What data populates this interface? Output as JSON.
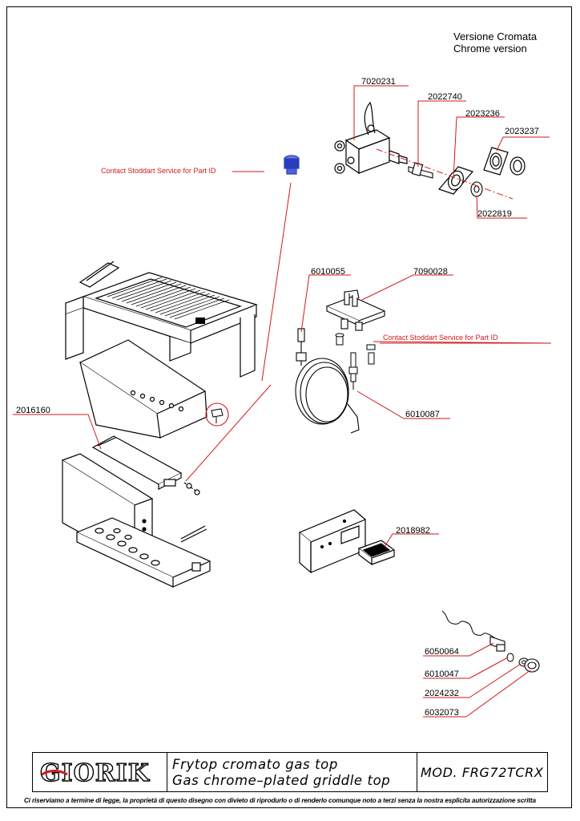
{
  "header": {
    "version_it": "Versione  Cromata",
    "version_en": "Chrome version"
  },
  "parts": {
    "p7020231": "7020231",
    "p2022740": "2022740",
    "p2023236": "2023236",
    "p2023237": "2023237",
    "p2022819": "2022819",
    "p6010055": "6010055",
    "p7090028": "7090028",
    "p6010087": "6010087",
    "p2016160": "2016160",
    "p2018982": "2018982",
    "p6050064": "6050064",
    "p6010047": "6010047",
    "p2024232": "2024232",
    "p6032073": "6032073"
  },
  "notes": {
    "contact_top": "Contact Stoddart Service for Part ID",
    "contact_right": "Contact Stoddart Service for Part ID"
  },
  "title_block": {
    "logo": "GIORIK",
    "desc_it": "Frytop cromato gas top",
    "desc_en": "Gas chrome–plated griddle top",
    "model": "MOD. FRG72TCRX"
  },
  "footer": "Ci riserviamo a termine di legge, la proprietà di questo disegno con divieto di riprodurlo o di renderlo comunque noto a terzi senza la nostra esplicita autorizzazione scritta",
  "colors": {
    "leader": "#d11a1a",
    "line": "#000000",
    "injector_blue": "#2a3fbf"
  }
}
